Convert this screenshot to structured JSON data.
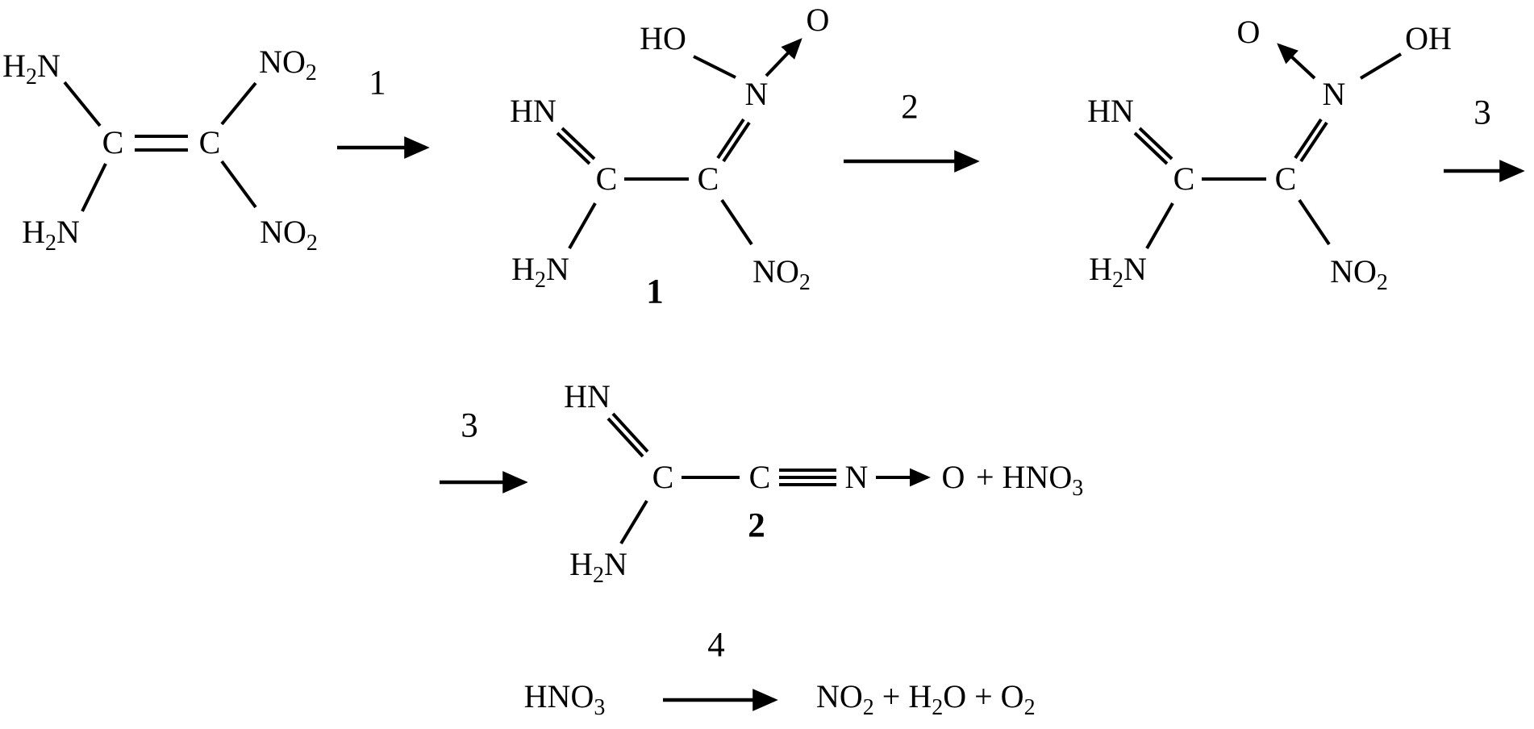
{
  "colors": {
    "ink": "#000000",
    "background": "#ffffff"
  },
  "scheme": {
    "reactant_fox7": {
      "nh2_top": "H2N",
      "nh2_bottom": "H2N",
      "c_left": "C",
      "c_right": "C",
      "no2_top": "NO2",
      "no2_bottom": "NO2"
    },
    "intermediate_1": {
      "ho": "HO",
      "o": "O",
      "n": "N",
      "hn": "HN",
      "c_left": "C",
      "c_right": "C",
      "nh2": "H2N",
      "no2": "NO2",
      "compound_number": "1"
    },
    "intermediate_2": {
      "o": "O",
      "oh": "OH",
      "n": "N",
      "hn": "HN",
      "c_left": "C",
      "c_right": "C",
      "nh2": "H2N",
      "no2": "NO2"
    },
    "product_2": {
      "hn": "HN",
      "nh2": "H2N",
      "c_left": "C",
      "c_right": "C",
      "n": "N",
      "o": "O",
      "plus_hno3": "+ HNO3",
      "compound_number": "2"
    },
    "hno3_decomposition": {
      "reactant": "HNO3",
      "products": "NO2 + H2O + O2"
    },
    "step_labels": {
      "step1": "1",
      "step2": "2",
      "step3_top": "3",
      "step3_bottom": "3",
      "step4": "4"
    }
  }
}
